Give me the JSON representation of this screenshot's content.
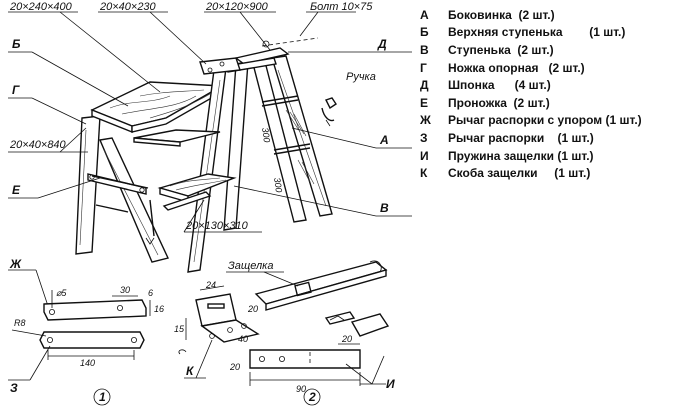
{
  "callouts": {
    "top_step_size": "20×240×400",
    "leg_size_top": "20×40×230",
    "rail_size": "20×120×900",
    "bolt": "Болт 10×75",
    "leg_size_side": "20×40×840",
    "step_size": "20×130×310",
    "handle": "Ручка",
    "latch": "Защелка"
  },
  "letters": {
    "b": "Б",
    "g": "Г",
    "e": "Е",
    "a": "А",
    "v": "В",
    "d": "Д",
    "zh": "Ж",
    "z": "З",
    "i": "И",
    "k": "К"
  },
  "dimensions": {
    "rail_300_a": "300",
    "rail_300_b": "300",
    "hole_dia": "⌀5",
    "d30": "30",
    "d6": "6",
    "d16": "16",
    "r8": "R8",
    "d140": "140",
    "d24": "24",
    "d15": "15",
    "d20a": "20",
    "d40": "40",
    "d20b": "20",
    "d20c": "20",
    "d90": "90"
  },
  "figure_numbers": {
    "one": "1",
    "two": "2"
  },
  "legend": [
    {
      "letter": "А",
      "text": "Боковинка  (2 шт.)"
    },
    {
      "letter": "Б",
      "text": "Верхняя ступенька        (1 шт.)"
    },
    {
      "letter": "В",
      "text": "Ступенька  (2 шт.)"
    },
    {
      "letter": "Г",
      "text": "Ножка опорная   (2 шт.)"
    },
    {
      "letter": "Д",
      "text": "Шпонка      (4 шт.)"
    },
    {
      "letter": "Е",
      "text": "Проножка  (2 шт.)"
    },
    {
      "letter": "Ж",
      "text": "Рычаг распорки с упором (1 шт.)"
    },
    {
      "letter": "З",
      "text": "Рычаг распорки    (1 шт.)"
    },
    {
      "letter": "И",
      "text": "Пружина защелки (1 шт.)"
    },
    {
      "letter": "К",
      "text": "Скоба защелки     (1 шт.)"
    }
  ]
}
